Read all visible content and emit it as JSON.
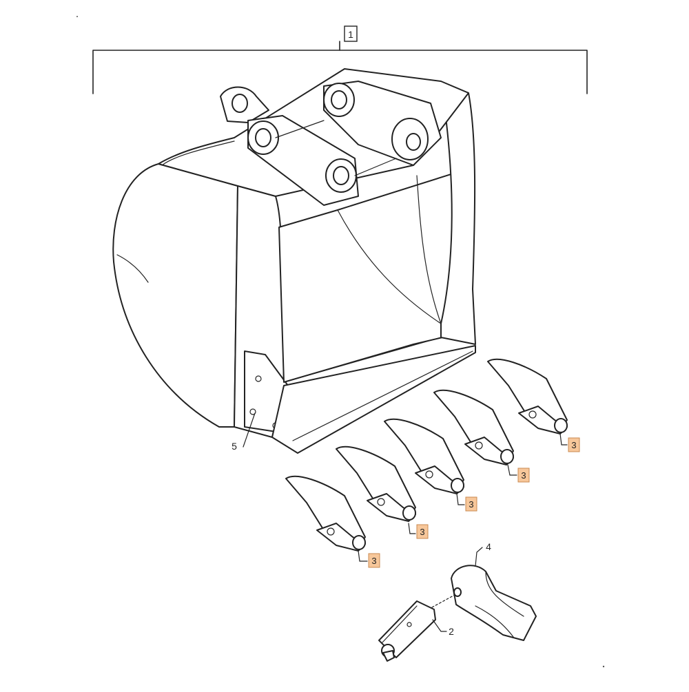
{
  "callouts": {
    "assembly": "1",
    "pin": "2",
    "teeth": [
      "3",
      "3",
      "3",
      "3",
      "3"
    ],
    "adapter": "4",
    "side_cutter": "5"
  },
  "colors": {
    "line": "#222222",
    "highlight_fill": "#f7c79a",
    "highlight_border": "#c98a50",
    "background": "#ffffff"
  }
}
